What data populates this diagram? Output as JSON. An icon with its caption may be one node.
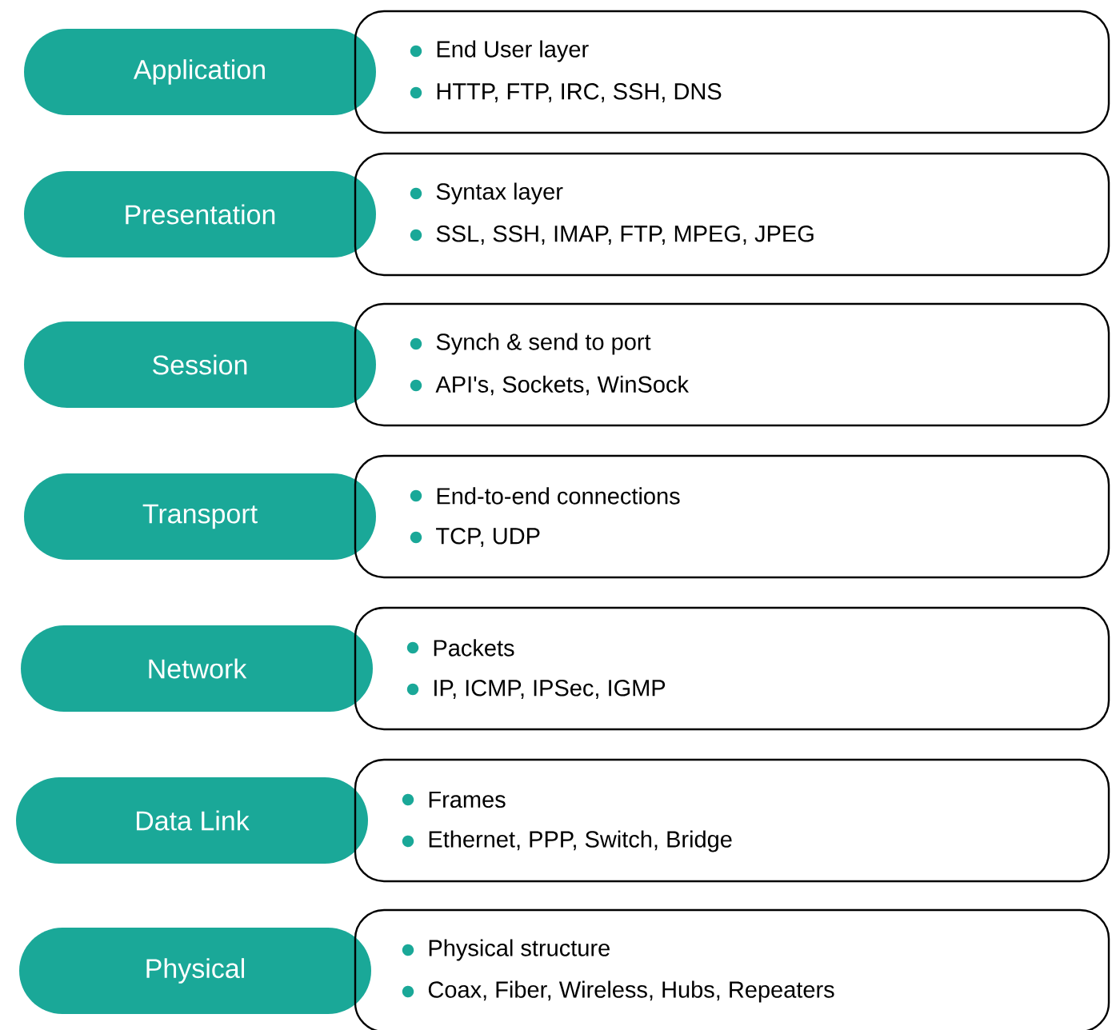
{
  "diagram": {
    "nodes": [
      {
        "text": [
          "Application"
        ]
      },
      {
        "text": [
          "End User layer",
          "HTTP, FTP, IRC, SSH, DNS"
        ]
      },
      {
        "text": [
          "Presentation"
        ]
      },
      {
        "text": [
          "Syntax layer",
          "SSL, SSH, IMAP, FTP, MPEG, JPEG"
        ]
      },
      {
        "text": [
          "Session"
        ]
      },
      {
        "text": [
          "Synch & send to port",
          "API's, Sockets, WinSock"
        ]
      },
      {
        "text": [
          "Transport"
        ]
      },
      {
        "text": [
          "End-to-end connections",
          "TCP, UDP"
        ]
      },
      {
        "text": [
          "Network"
        ]
      },
      {
        "text": [
          "Packets",
          "IP, ICMP, IPSec, IGMP"
        ]
      },
      {
        "text": [
          "Data Link"
        ]
      },
      {
        "text": [
          "Frames",
          "Ethernet, PPP, Switch, Bridge"
        ]
      },
      {
        "text": [
          "Physical"
        ]
      },
      {
        "text": [
          "Physical structure",
          "Coax, Fiber, Wireless, Hubs, Repeaters"
        ]
      }
    ]
  }
}
